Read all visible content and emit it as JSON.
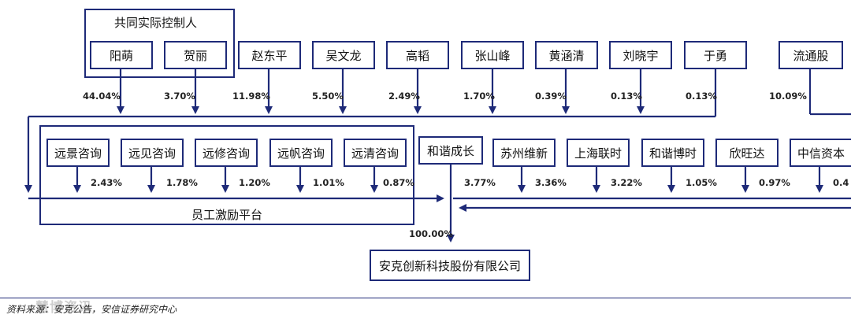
{
  "top_group": {
    "title": "共同实际控制人",
    "members": [
      {
        "name": "阳萌",
        "pct": "44.04%"
      },
      {
        "name": "贺丽",
        "pct": "3.70%"
      }
    ]
  },
  "top_holders": [
    {
      "name": "赵东平",
      "pct": "11.98%"
    },
    {
      "name": "吴文龙",
      "pct": "5.50%"
    },
    {
      "name": "高韬",
      "pct": "2.49%"
    },
    {
      "name": "张山峰",
      "pct": "1.70%"
    },
    {
      "name": "黄涵清",
      "pct": "0.39%"
    },
    {
      "name": "刘晓宇",
      "pct": "0.13%"
    },
    {
      "name": "于勇",
      "pct": "0.13%"
    },
    {
      "name": "流通股",
      "pct": "10.09%"
    }
  ],
  "platform": {
    "title": "员工激励平台",
    "members": [
      {
        "name": "远景咨询",
        "pct": "2.43%"
      },
      {
        "name": "远见咨询",
        "pct": "1.78%"
      },
      {
        "name": "远修咨询",
        "pct": "1.20%"
      },
      {
        "name": "远帆咨询",
        "pct": "1.01%"
      },
      {
        "name": "远清咨询",
        "pct": "0.87%"
      }
    ]
  },
  "mid_holders": [
    {
      "name": "和谐成长",
      "pct": "3.77%"
    },
    {
      "name": "苏州维新",
      "pct": "3.36%"
    },
    {
      "name": "上海联时",
      "pct": "3.22%"
    },
    {
      "name": "和谐博时",
      "pct": "1.05%"
    },
    {
      "name": "欣旺达",
      "pct": "0.97%"
    },
    {
      "name": "中信资本",
      "pct": "0.4"
    }
  ],
  "total_pct": "100.00%",
  "company": "安克创新科技股份有限公司",
  "source": "资料来源：安克公告，安信证券研究中心",
  "watermark": "慧博资讯"
}
